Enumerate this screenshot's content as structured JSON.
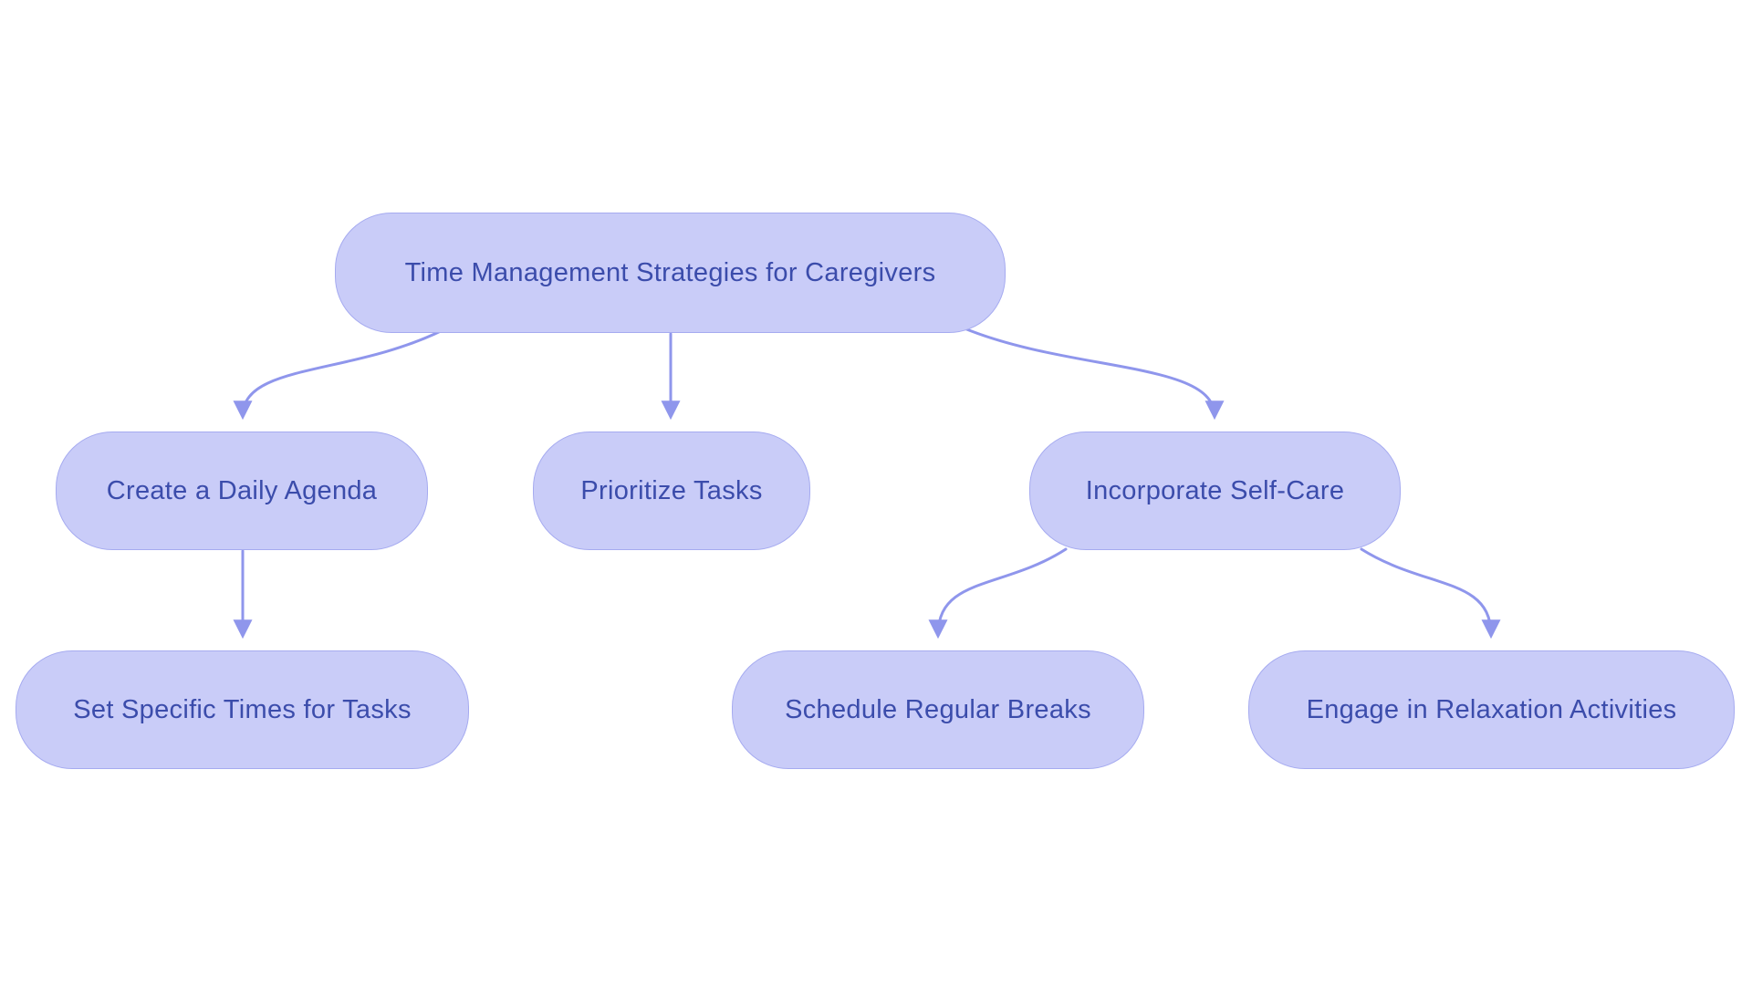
{
  "diagram": {
    "type": "flowchart",
    "colors": {
      "node_fill": "#c9ccf8",
      "node_border": "#a6abf0",
      "text": "#3b4cab",
      "arrow": "#8f96ec",
      "background": "#ffffff"
    },
    "nodes": [
      {
        "id": "root",
        "label": "Time Management Strategies for Caregivers"
      },
      {
        "id": "agenda",
        "label": "Create a Daily Agenda"
      },
      {
        "id": "prioritize",
        "label": "Prioritize Tasks"
      },
      {
        "id": "selfcare",
        "label": "Incorporate Self-Care"
      },
      {
        "id": "times",
        "label": "Set Specific Times for Tasks"
      },
      {
        "id": "breaks",
        "label": "Schedule Regular Breaks"
      },
      {
        "id": "relax",
        "label": "Engage in Relaxation Activities"
      }
    ],
    "edges": [
      {
        "from": "root",
        "to": "agenda"
      },
      {
        "from": "root",
        "to": "prioritize"
      },
      {
        "from": "root",
        "to": "selfcare"
      },
      {
        "from": "agenda",
        "to": "times"
      },
      {
        "from": "selfcare",
        "to": "breaks"
      },
      {
        "from": "selfcare",
        "to": "relax"
      }
    ]
  }
}
